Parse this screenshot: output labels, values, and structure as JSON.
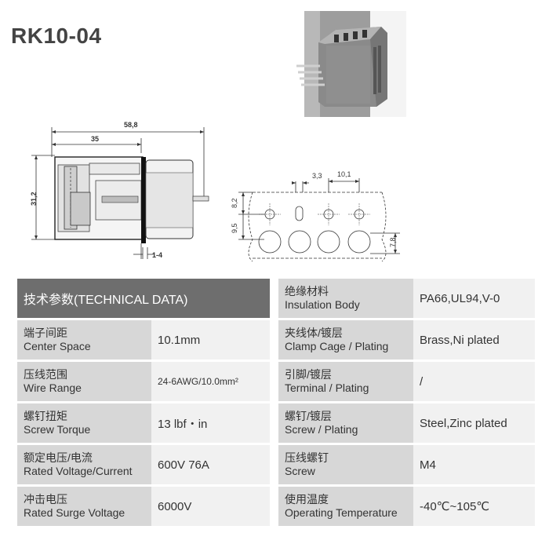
{
  "title": "RK10-04",
  "drawing": {
    "dim_overall": "58,8",
    "dim_body": "35",
    "dim_height": "31,2",
    "dim_pin": "1-4",
    "dim_hole": "3,3",
    "dim_pitch": "10,1",
    "dim_row1": "8,2",
    "dim_row2": "9,5",
    "dim_screw": "7,8"
  },
  "left_table": {
    "header": "技术参数(TECHNICAL DATA)",
    "rows": [
      {
        "cn": "端子间距",
        "en": "Center Space",
        "value": "10.1mm"
      },
      {
        "cn": "压线范围",
        "en": "Wire Range",
        "value": "24-6AWG/10.0mm²"
      },
      {
        "cn": "螺钉扭矩",
        "en": "Screw Torque",
        "value": "13 lbf・in"
      },
      {
        "cn": "额定电压/电流",
        "en": "Rated Voltage/Current",
        "value": "600V 76A"
      },
      {
        "cn": "冲击电压",
        "en": "Rated Surge Voltage",
        "value": "6000V"
      }
    ]
  },
  "right_table": {
    "rows": [
      {
        "cn": "绝缘材料",
        "en": "Insulation Body",
        "value": "PA66,UL94,V-0"
      },
      {
        "cn": "夹线体/镀层",
        "en": "Clamp Cage / Plating",
        "value": "Brass,Ni plated"
      },
      {
        "cn": "引脚/镀层",
        "en": "Terminal / Plating",
        "value": "/"
      },
      {
        "cn": "螺钉/镀层",
        "en": "Screw / Plating",
        "value": "Steel,Zinc plated"
      },
      {
        "cn": "压线螺钉",
        "en": "Screw",
        "value": "M4"
      },
      {
        "cn": "使用温度",
        "en": "Operating Temperature",
        "value": "-40℃~105℃"
      }
    ]
  }
}
